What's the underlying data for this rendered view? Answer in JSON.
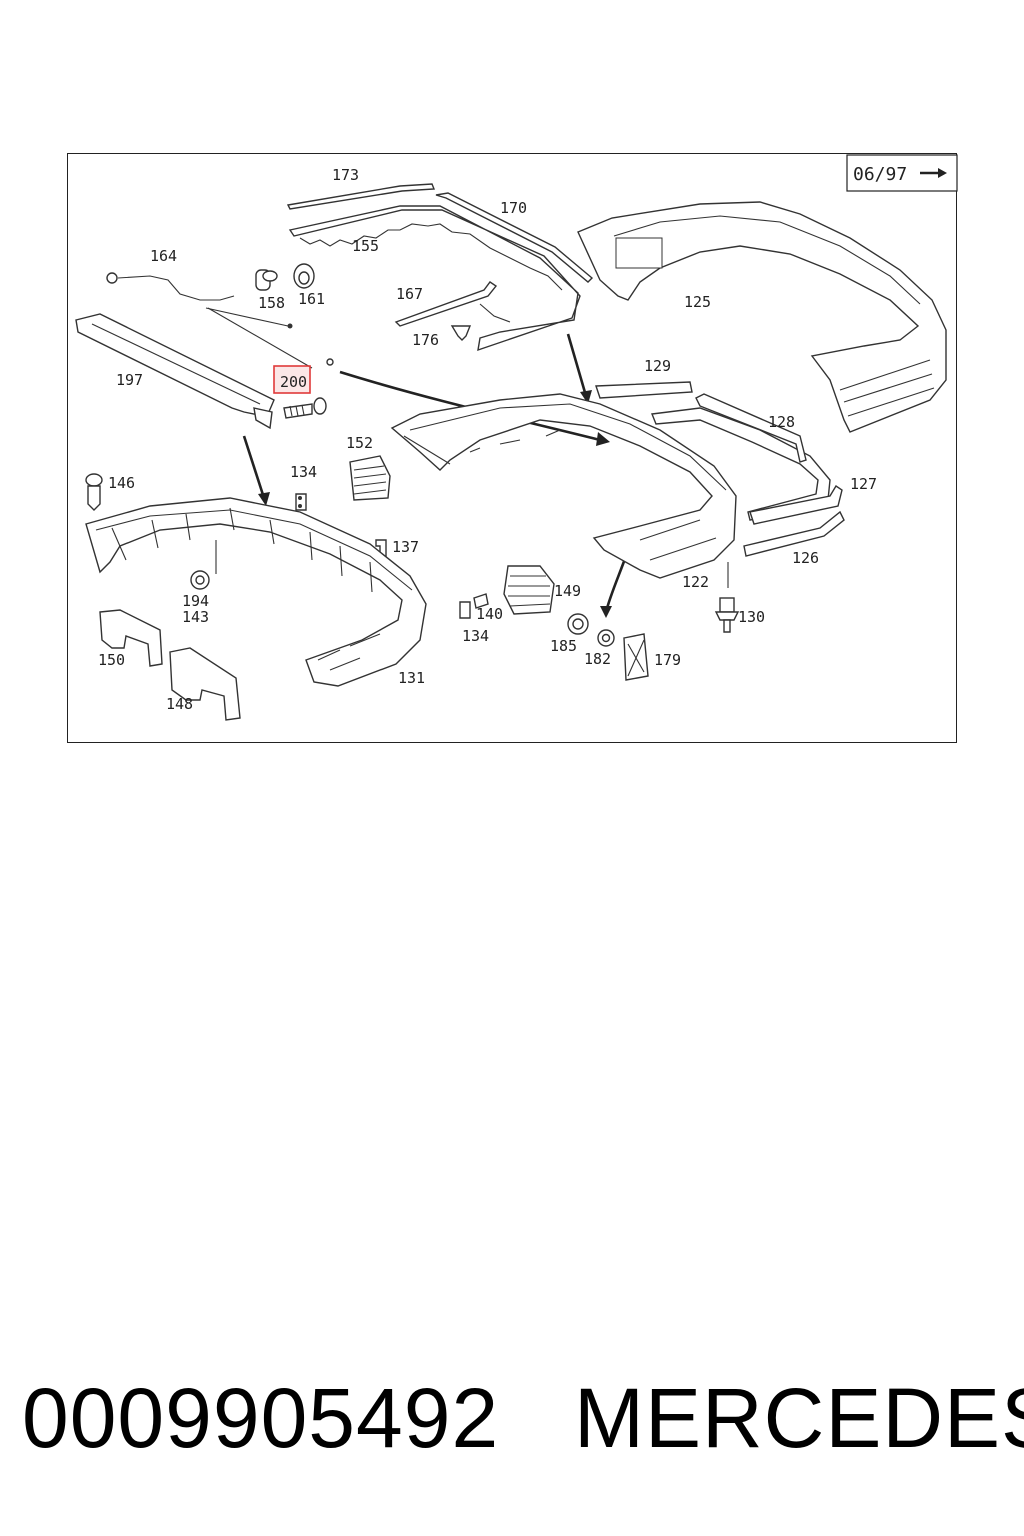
{
  "diagram": {
    "date_badge": "06/97",
    "highlighted_callout": "200",
    "highlight_color": "#e03a3a",
    "callouts": {
      "c173": "173",
      "c170": "170",
      "c155": "155",
      "c164": "164",
      "c158": "158",
      "c161": "161",
      "c167": "167",
      "c176": "176",
      "c125": "125",
      "c197": "197",
      "c129": "129",
      "c128": "128",
      "c152": "152",
      "c134a": "134",
      "c146": "146",
      "c127": "127",
      "c137": "137",
      "c126": "126",
      "c122": "122",
      "c149": "149",
      "c194": "194",
      "c143": "143",
      "c140": "140",
      "c134b": "134",
      "c130": "130",
      "c185": "185",
      "c182": "182",
      "c179": "179",
      "c150": "150",
      "c131": "131",
      "c148": "148"
    }
  },
  "footer": {
    "part_number": "0009905492",
    "brand": "MERCEDES"
  }
}
